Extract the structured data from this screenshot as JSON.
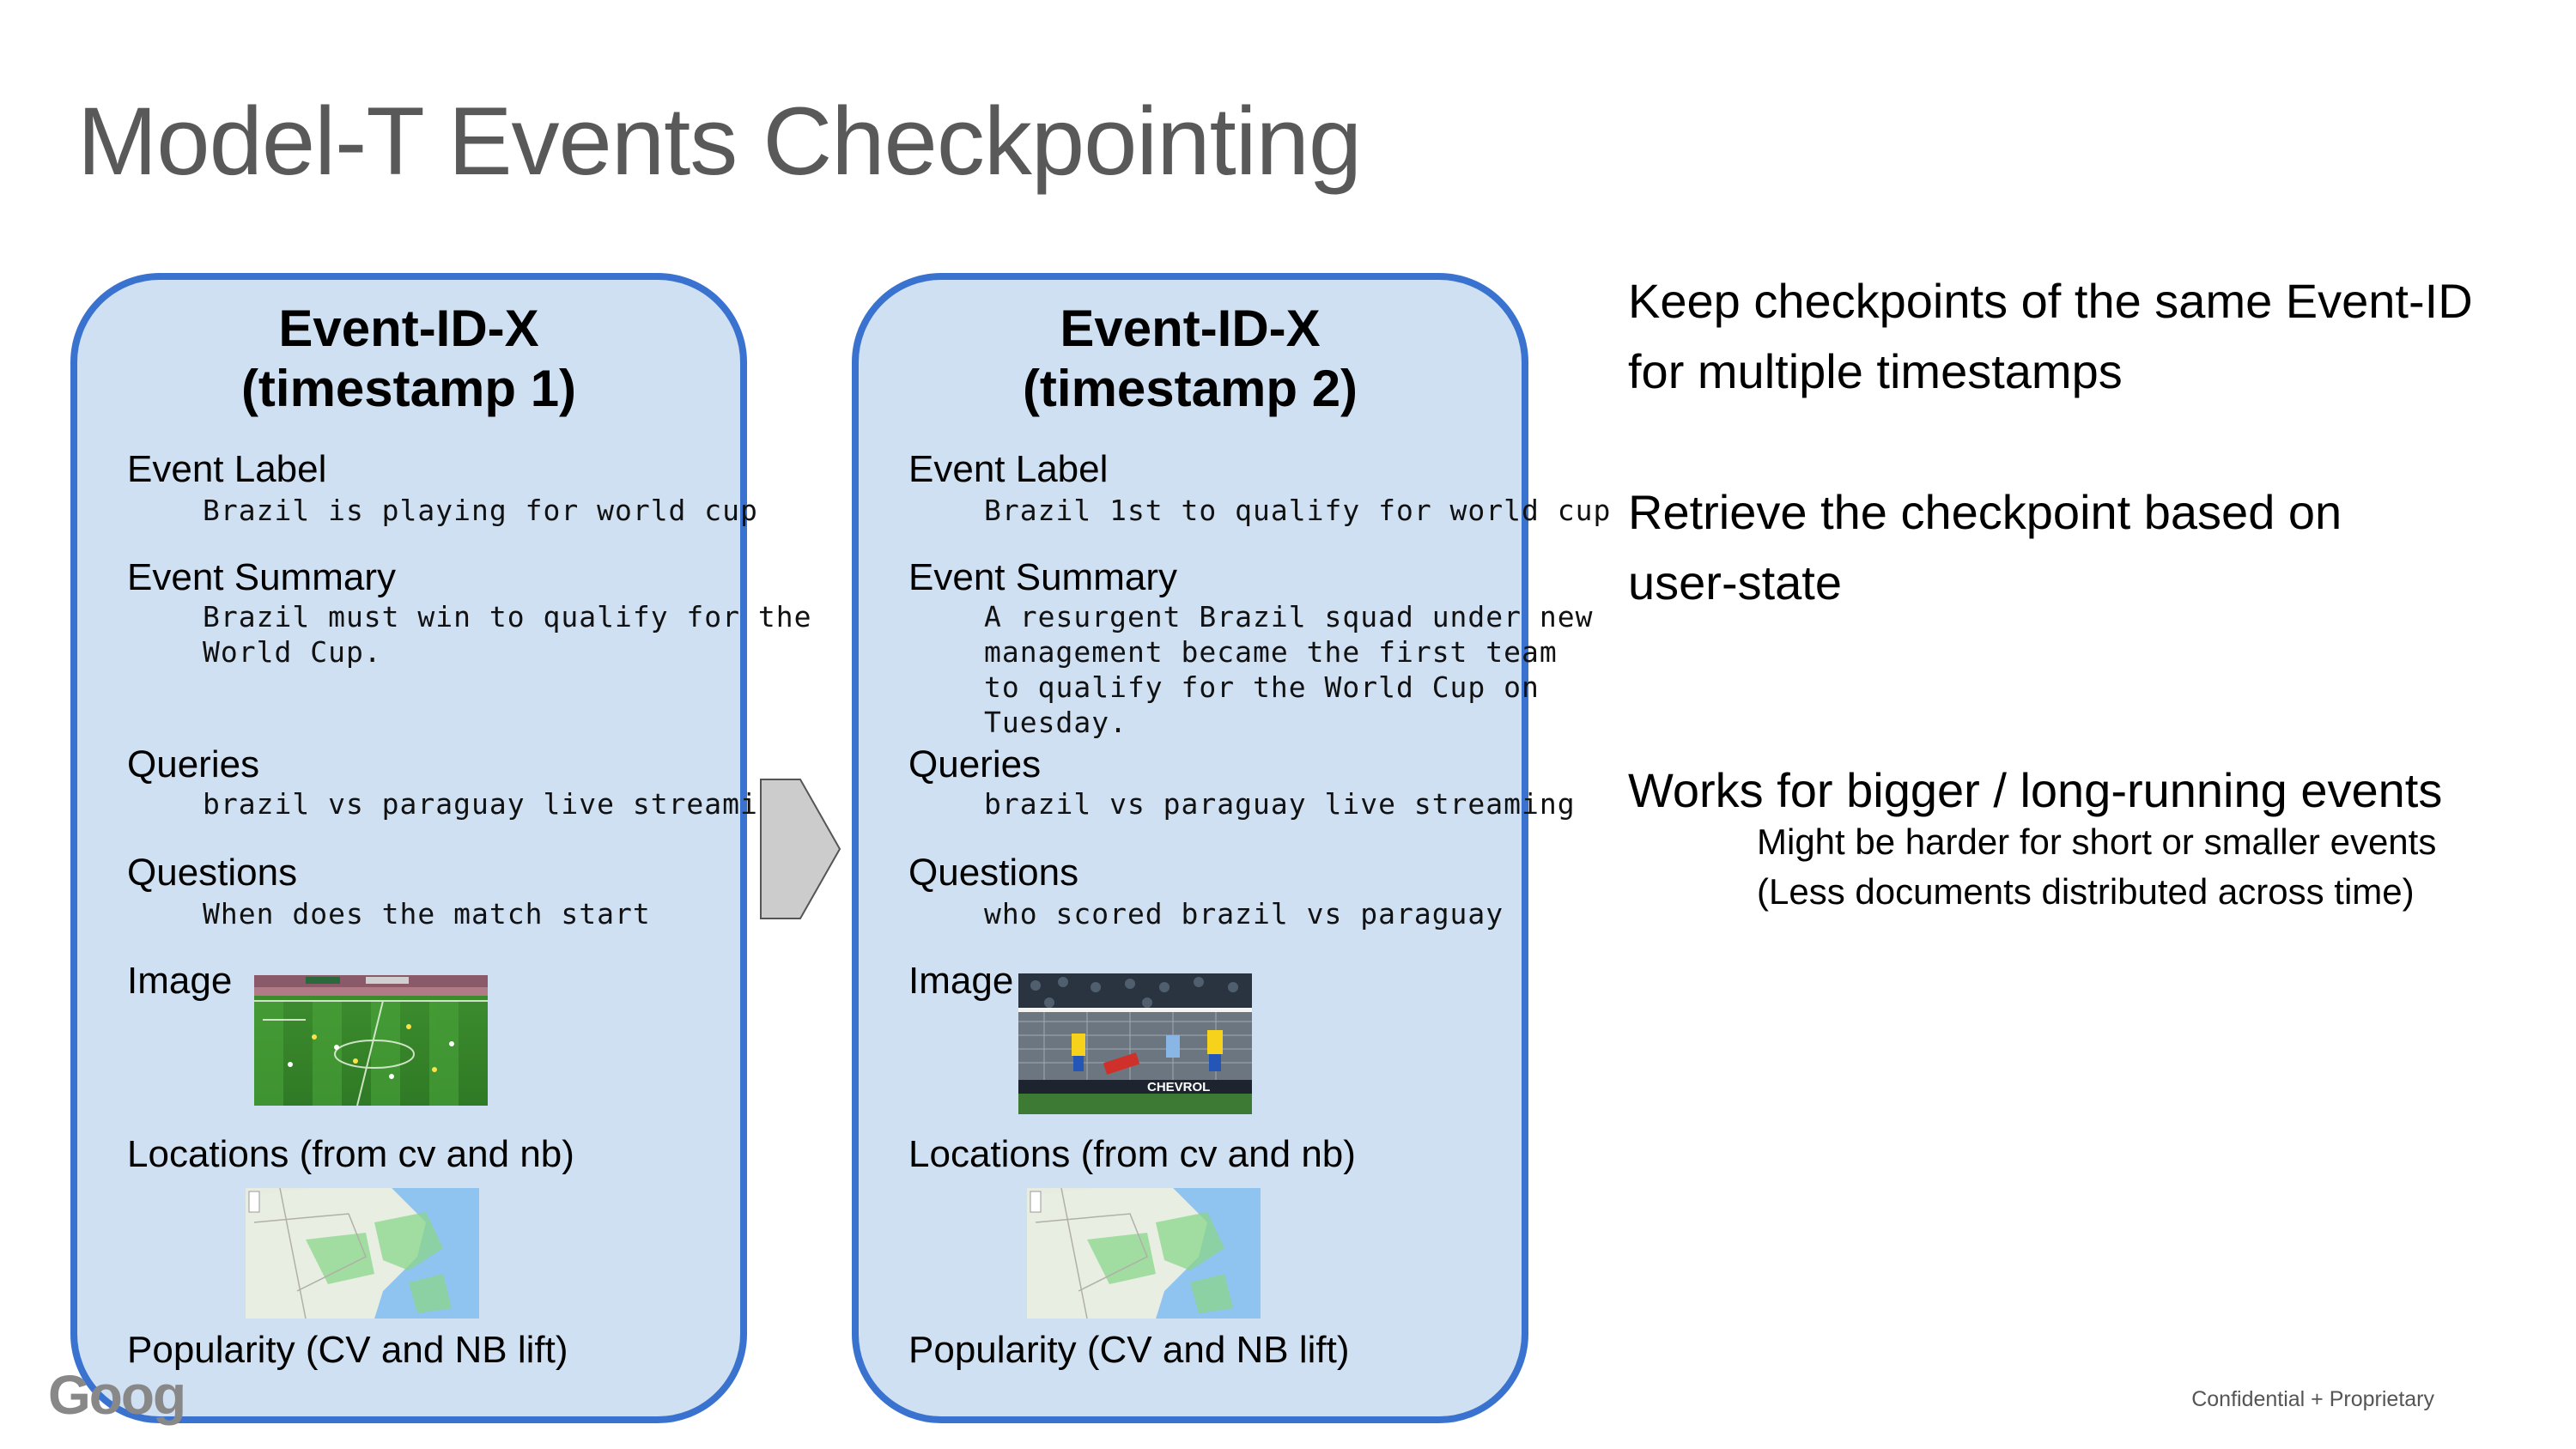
{
  "slide": {
    "title": "Model-T Events Checkpointing",
    "logo_text": "Goog",
    "confidential": "Confidential + Proprietary"
  },
  "cards": [
    {
      "title_line1": "Event-ID-X",
      "title_line2": "(timestamp 1)",
      "event_label_heading": "Event Label",
      "event_label": "Brazil is playing for world cup",
      "event_summary_heading": "Event Summary",
      "event_summary_lines": [
        "Brazil must win to qualify for the",
        "World Cup."
      ],
      "queries_heading": "Queries",
      "queries": "brazil vs paraguay live streaming",
      "questions_heading": "Questions",
      "questions": "When does the match start",
      "image_heading": "Image",
      "locations_heading": "Locations (from cv and nb)",
      "popularity_heading": "Popularity (CV and NB lift)"
    },
    {
      "title_line1": "Event-ID-X",
      "title_line2": "(timestamp 2)",
      "event_label_heading": "Event Label",
      "event_label": "Brazil 1st to qualify for world cup",
      "event_summary_heading": "Event Summary",
      "event_summary_lines": [
        "A resurgent Brazil squad under new",
        "management became the first team",
        "to qualify for the World Cup on",
        "Tuesday."
      ],
      "queries_heading": "Queries",
      "queries": "brazil vs paraguay live streaming",
      "questions_heading": "Questions",
      "questions": "who scored brazil vs paraguay",
      "image_heading": "Image",
      "image_banner_text": "CHEVROL",
      "locations_heading": "Locations (from cv and nb)",
      "popularity_heading": "Popularity (CV and NB lift)"
    }
  ],
  "right": {
    "line1": "Keep checkpoints of the same Event-ID",
    "line2": "for multiple timestamps",
    "line3": "Retrieve the checkpoint based on",
    "line4": "user-state",
    "line5": "Works for bigger / long-running events",
    "sub1": "Might be harder for short or smaller events",
    "sub2": "(Less documents distributed across time)"
  },
  "colors": {
    "card_fill": "#cfe0f3",
    "card_border": "#3a72d0",
    "title": "#595959",
    "arrow_fill": "#cccccc"
  },
  "icons": {
    "arrow": "chevron-right-arrow"
  }
}
